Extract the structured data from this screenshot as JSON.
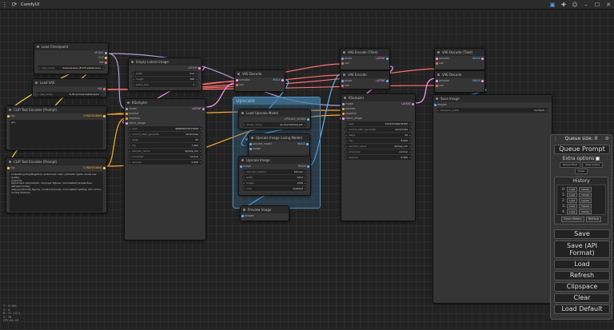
{
  "window": {
    "title": "ComfyUI",
    "menu_icon": "menu-icon",
    "reload_icon": "reload-icon"
  },
  "colors": {
    "model": "#b39ddb",
    "clip": "#ffd54f",
    "vae": "#ff6e6e",
    "latent": "#ff9cf9",
    "conditioning": "#ffa931",
    "image": "#64b5f6",
    "upscale_model": "#4fc3f7"
  },
  "nodes": {
    "load_checkpoint": {
      "title": "Load Checkpoint",
      "out_model": "MODEL",
      "out_clip": "CLIP",
      "out_vae": "VAE",
      "w_label": "ckpt_name",
      "w_value": "dreamshaper_8LCM.safetensors"
    },
    "load_vae": {
      "title": "Load VAE",
      "out_vae": "VAE",
      "w_label": "vae_name",
      "w_value": "kl-f8-anime2.safetensors"
    },
    "clip_pos": {
      "title": "CLIP Text Encoder (Prompt)",
      "in_clip": "clip",
      "out": "CONDITIONING",
      "text": "girl,"
    },
    "clip_neg": {
      "title": "CLIP Text Encoder (Prompt)",
      "in_clip": "clip",
      "out": "CONDITIONING",
      "text": "embedding:EasyNegative, watermark, text, yellowish lights, worse low-quality\n(low:0.6),\nlayout,bad composition, improper figures, inconsistent perspective, awkward poses,\ndisproportionate figures, unnatural poses, inconsistent lighting, dull colors, muddy textures"
    },
    "empty_latent": {
      "title": "Empty Latent Image",
      "out": "LATENT",
      "w": [
        [
          "width",
          "512"
        ],
        [
          "height",
          "768"
        ],
        [
          "batch_size",
          "1"
        ]
      ]
    },
    "ksampler1": {
      "title": "KSampler",
      "in": [
        "model",
        "positive",
        "negative",
        "latent_image"
      ],
      "out": "LATENT",
      "w": [
        [
          "seed",
          "968856579272968"
        ],
        [
          "control_after_generate",
          "randomize"
        ],
        [
          "steps",
          "25"
        ],
        [
          "cfg",
          "7.000"
        ],
        [
          "sampler_name",
          "dpmpp_2m"
        ],
        [
          "scheduler",
          "normal"
        ],
        [
          "denoise",
          "1.000"
        ]
      ]
    },
    "vae_decode1": {
      "title": "VAE Decode",
      "in_samples": "samples",
      "in_vae": "vae",
      "out": "IMAGE"
    },
    "upscale_group": {
      "title": "Upscale"
    },
    "load_upscale": {
      "title": "Load Upscale Model",
      "out": "UPSCALE_MODEL",
      "w_label": "model_name",
      "w_value": "4x-AnimeSharp.pth"
    },
    "upscale_with_model": {
      "title": "Upscale Image (using Model)",
      "in1": "upscale_model",
      "in2": "image",
      "out": "IMAGE"
    },
    "upscale_image": {
      "title": "Upscale Image",
      "in": "image",
      "out": "IMAGE",
      "w": [
        [
          "upscale_method",
          "bilinear"
        ],
        [
          "width",
          "1024"
        ],
        [
          "height",
          "1536"
        ],
        [
          "crop",
          "disabled"
        ]
      ]
    },
    "preview": {
      "title": "Preview Image",
      "in": "images"
    },
    "vae_encode_tiled": {
      "title": "VAE Encode (Tiled)",
      "in_pixels": "pixels",
      "in_vae": "vae",
      "out": "LATENT"
    },
    "vae_encode": {
      "title": "VAE Encode",
      "in_pixels": "pixels",
      "in_vae": "vae",
      "out": "LATENT"
    },
    "ksampler2": {
      "title": "KSampler",
      "in": [
        "model",
        "positive",
        "negative",
        "latent_image"
      ],
      "out": "LATENT",
      "w": [
        [
          "seed",
          "723433446278185"
        ],
        [
          "control_after_generate",
          "randomize"
        ],
        [
          "steps",
          "20"
        ],
        [
          "cfg",
          "8.000"
        ],
        [
          "sampler_name",
          "dpmpp_2m"
        ],
        [
          "scheduler",
          "normal"
        ],
        [
          "denoise",
          "0.500"
        ]
      ]
    },
    "vae_decode_tiled": {
      "title": "VAE Decode (Tiled)",
      "in_samples": "samples",
      "in_vae": "vae",
      "out": "IMAGE"
    },
    "vae_decode2": {
      "title": "VAE Decode",
      "in_samples": "samples",
      "in_vae": "vae",
      "out": "IMAGE"
    },
    "save_image": {
      "title": "Save Image",
      "in": "images",
      "w_label": "filename_prefix",
      "w_value": "ComfyUI"
    }
  },
  "panel": {
    "queue_size": "Queue size: 0",
    "queue_prompt": "Queue Prompt",
    "extra_options": "Extra options",
    "queue_front": "Queue Front",
    "view_queue": "View Queue",
    "close": "Close",
    "history_title": "History",
    "history_items": [
      {
        "index": "0:",
        "load": "Load",
        "delete": "Delete"
      },
      {
        "index": "1:",
        "load": "Load",
        "delete": "Delete"
      },
      {
        "index": "2:",
        "load": "Load",
        "delete": "Delete"
      },
      {
        "index": "3:",
        "load": "Load",
        "delete": "Delete"
      },
      {
        "index": "4:",
        "load": "Load",
        "delete": "Delete"
      }
    ],
    "clear_history": "Clear History",
    "refresh_small": "Refresh",
    "buttons": [
      "Save",
      "Save (API Format)",
      "Load",
      "Refresh",
      "Clipspace",
      "Clear",
      "Load Default"
    ]
  },
  "stats": [
    "T: 0.00s",
    "I: 0",
    "N: 17 [17]",
    "V: 38",
    "FPS:60.19"
  ]
}
